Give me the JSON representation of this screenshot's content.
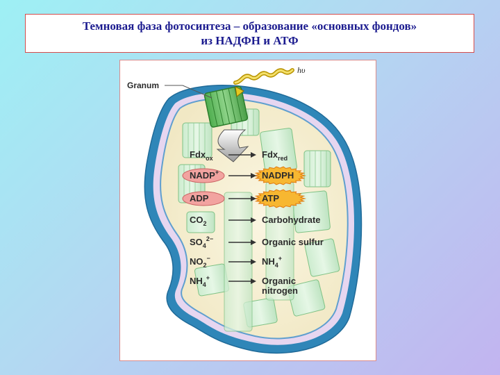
{
  "title": {
    "line1": "Темновая фаза фотосинтеза – образование «основных фондов»",
    "line2": "из НАДФН и АТФ"
  },
  "diagram": {
    "granum_label": "Granum",
    "light_label": "hυ",
    "reactions": [
      {
        "left": "Fdx",
        "left_sub": "ox",
        "left_sup": "",
        "right": "Fdx",
        "right_sub": "red",
        "right_sup": "",
        "left_style": "plain",
        "right_style": "plain"
      },
      {
        "left": "NADP",
        "left_sub": "",
        "left_sup": "+",
        "right": "NADPH",
        "right_sub": "",
        "right_sup": "",
        "left_style": "pink",
        "right_style": "burst"
      },
      {
        "left": "ADP",
        "left_sub": "",
        "left_sup": "",
        "right": "ATP",
        "right_sub": "",
        "right_sup": "",
        "left_style": "pink",
        "right_style": "burst"
      },
      {
        "left": "CO",
        "left_sub": "2",
        "left_sup": "",
        "right": "Carbohydrate",
        "right_sub": "",
        "right_sup": "",
        "left_style": "plain",
        "right_style": "plain"
      },
      {
        "left": "SO",
        "left_sub": "4",
        "left_sup": "2−",
        "right": "Organic sulfur",
        "right_sub": "",
        "right_sup": "",
        "left_style": "plain",
        "right_style": "plain"
      },
      {
        "left": "NO",
        "left_sub": "2",
        "left_sup": "−",
        "right": "NH",
        "right_sub": "4",
        "right_sup": "+",
        "left_style": "plain",
        "right_style": "plain"
      },
      {
        "left": "NH",
        "left_sub": "4",
        "left_sup": "+",
        "right": "Organic",
        "right_line2": "nitrogen",
        "right_sub": "",
        "right_sup": "",
        "left_style": "plain",
        "right_style": "plain"
      }
    ]
  }
}
